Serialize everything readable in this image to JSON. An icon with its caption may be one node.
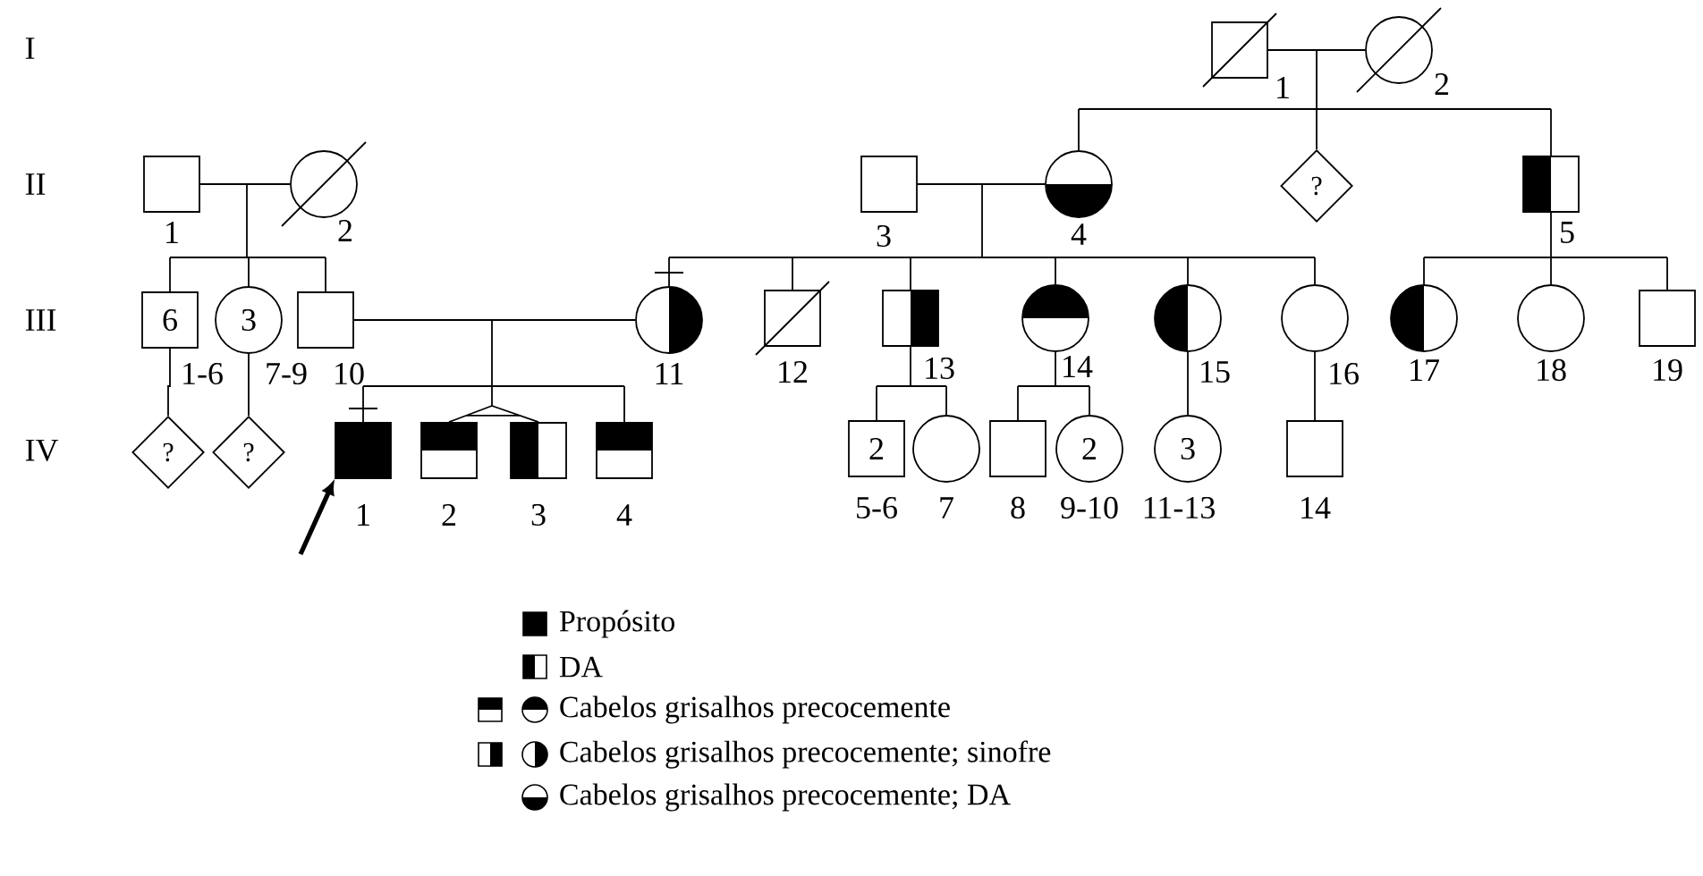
{
  "diagram": {
    "nodes": [
      {
        "text": [],
        "shape": "box",
        "beside": [
          "1"
        ]
      },
      {
        "text": [],
        "shape": "circle",
        "beside": [
          "2"
        ]
      },
      {
        "text": [],
        "shape": "box",
        "beside": [
          "1"
        ]
      },
      {
        "text": [],
        "shape": "circle",
        "beside": [
          "2"
        ]
      },
      {
        "text": [],
        "shape": "box",
        "beside": [
          "3"
        ]
      },
      {
        "text": [],
        "shape": "circle",
        "beside": [
          "4"
        ]
      },
      {
        "text": [
          "?"
        ]
      },
      {
        "text": [],
        "shape": "box",
        "beside": [
          "5"
        ]
      },
      {
        "text": [
          "6"
        ],
        "beside": [
          "1-6"
        ]
      },
      {
        "text": [
          "3"
        ],
        "beside": [
          "7-9"
        ]
      },
      {
        "text": [],
        "shape": "box",
        "beside": [
          "10"
        ]
      },
      {
        "text": [],
        "shape": "circle",
        "beside": [
          "11"
        ]
      },
      {
        "text": [],
        "shape": "box",
        "beside": [
          "12"
        ]
      },
      {
        "text": [],
        "shape": "box",
        "beside": [
          "13"
        ]
      },
      {
        "text": [],
        "shape": "circle",
        "beside": [
          "14"
        ]
      },
      {
        "text": [],
        "shape": "circle",
        "beside": [
          "15"
        ]
      },
      {
        "text": [],
        "shape": "circle",
        "beside": [
          "16"
        ]
      },
      {
        "text": [],
        "shape": "circle",
        "beside": [
          "17"
        ]
      },
      {
        "text": [],
        "shape": "circle",
        "beside": [
          "18"
        ]
      },
      {
        "text": [],
        "shape": "box",
        "beside": [
          "19"
        ]
      },
      {
        "text": [
          "?"
        ]
      },
      {
        "text": [
          "?"
        ]
      },
      {
        "text": [],
        "shape": "box",
        "beside": [
          "1"
        ]
      },
      {
        "text": [],
        "shape": "box",
        "beside": [
          "2"
        ]
      },
      {
        "text": [],
        "shape": "box",
        "beside": [
          "3"
        ]
      },
      {
        "text": [],
        "shape": "box",
        "beside": [
          "4"
        ]
      },
      {
        "text": [
          "2"
        ],
        "beside": [
          "5-6"
        ]
      },
      {
        "text": [],
        "shape": "circle",
        "beside": [
          "7"
        ]
      },
      {
        "text": [],
        "shape": "box",
        "beside": [
          "8"
        ]
      },
      {
        "text": [
          "2"
        ],
        "beside": [
          "9-10"
        ]
      },
      {
        "text": [
          "3"
        ],
        "beside": [
          "11-13"
        ]
      },
      {
        "text": [],
        "shape": "box",
        "beside": [
          "14"
        ]
      }
    ],
    "edges": [
      {
        "from": 0,
        "to": 1,
        "arrow": "none"
      },
      {
        "from": 0,
        "to": 5,
        "arrow": "none"
      },
      {
        "from": 0,
        "to": 6,
        "arrow": "none"
      },
      {
        "from": 0,
        "to": 7,
        "arrow": "none"
      },
      {
        "from": 2,
        "to": 3,
        "arrow": "none"
      },
      {
        "from": 2,
        "to": 8,
        "arrow": "none"
      },
      {
        "from": 2,
        "to": 9,
        "arrow": "none"
      },
      {
        "from": 2,
        "to": 10,
        "arrow": "none"
      },
      {
        "from": 4,
        "to": 5,
        "arrow": "none"
      },
      {
        "from": 4,
        "to": 11,
        "arrow": "none"
      },
      {
        "from": 4,
        "to": 12,
        "arrow": "none"
      },
      {
        "from": 4,
        "to": 13,
        "arrow": "none"
      },
      {
        "from": 4,
        "to": 14,
        "arrow": "none"
      },
      {
        "from": 4,
        "to": 15,
        "arrow": "none"
      },
      {
        "from": 4,
        "to": 16,
        "arrow": "none"
      },
      {
        "from": 7,
        "to": 17,
        "arrow": "none"
      },
      {
        "from": 7,
        "to": 18,
        "arrow": "none"
      },
      {
        "from": 7,
        "to": 19,
        "arrow": "none"
      },
      {
        "from": 10,
        "to": 11,
        "arrow": "none"
      },
      {
        "from": 8,
        "to": 20,
        "arrow": "none"
      },
      {
        "from": 9,
        "to": 21,
        "arrow": "none"
      },
      {
        "from": 10,
        "to": 22,
        "arrow": "none"
      },
      {
        "from": 10,
        "to": 23,
        "arrow": "none"
      },
      {
        "from": 10,
        "to": 24,
        "arrow": "none"
      },
      {
        "from": 10,
        "to": 25,
        "arrow": "none"
      },
      {
        "from": 23,
        "to": 24,
        "arrow": "none"
      },
      {
        "from": 13,
        "to": 26,
        "arrow": "none"
      },
      {
        "from": 13,
        "to": 27,
        "arrow": "none"
      },
      {
        "from": 14,
        "to": 28,
        "arrow": "none"
      },
      {
        "from": 14,
        "to": 29,
        "arrow": "none"
      },
      {
        "from": 15,
        "to": 30,
        "arrow": "none"
      },
      {
        "from": 16,
        "to": 31,
        "arrow": "none"
      },
      {
        "from": null,
        "to": 22,
        "arrow": "to",
        "style": "thick"
      }
    ],
    "labels": [
      "I",
      "II",
      "III",
      "IV"
    ],
    "legend": [
      {
        "text": "Propósito"
      },
      {
        "text": "DA"
      },
      {
        "text": "Cabelos grisalhos precocemente"
      },
      {
        "text": "Cabelos grisalhos precocemente; sinofre"
      },
      {
        "text": "Cabelos grisalhos precocemente; DA"
      }
    ]
  }
}
